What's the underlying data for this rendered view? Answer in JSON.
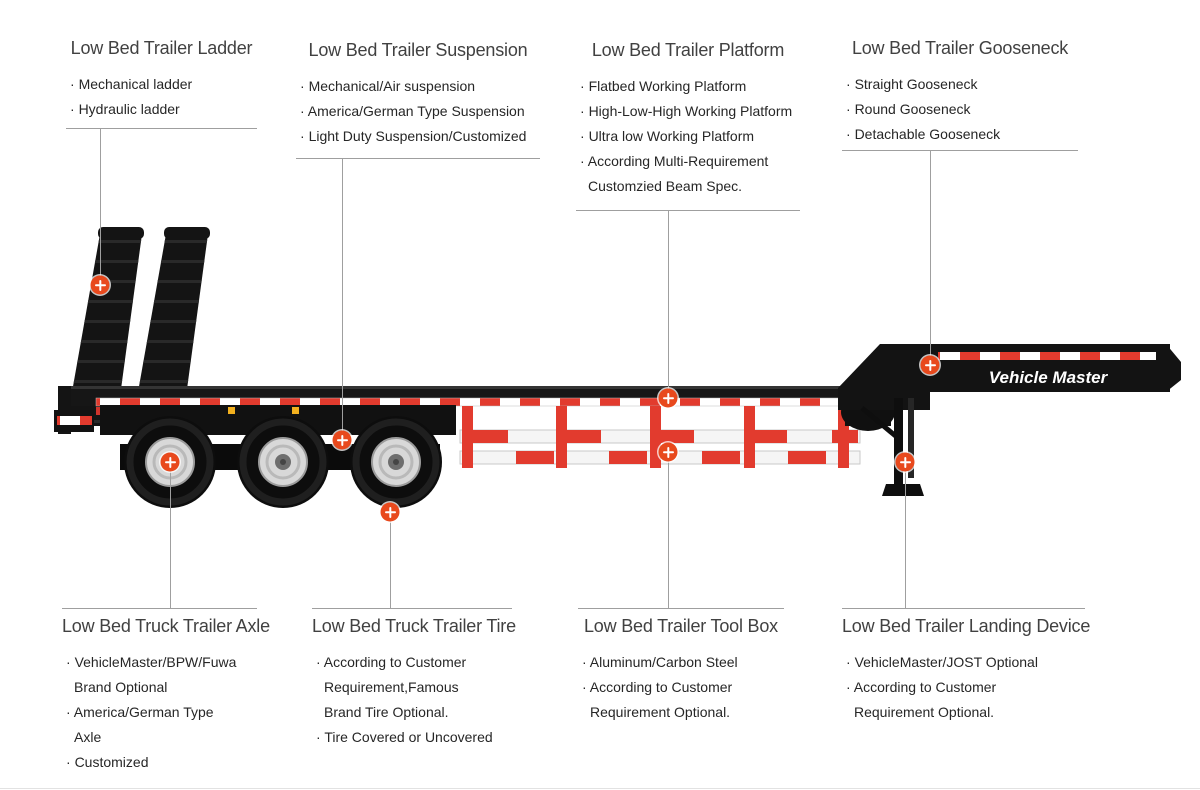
{
  "trailer": {
    "brand_label": "Vehicle Master"
  },
  "colors": {
    "marker_orange": "#E8491D",
    "guard_red": "#E23B2E",
    "leader_line": "#9F9F9F",
    "body_black": "#141414"
  },
  "callouts": {
    "top": [
      {
        "id": "ladder",
        "title": "Low Bed Trailer Ladder",
        "items": [
          "Mechanical ladder",
          "Hydraulic ladder"
        ]
      },
      {
        "id": "suspension",
        "title": "Low Bed Trailer Suspension",
        "items": [
          "Mechanical/Air suspension",
          "America/German Type Suspension",
          "Light Duty Suspension/Customized"
        ]
      },
      {
        "id": "platform",
        "title": "Low Bed Trailer Platform",
        "items": [
          "Flatbed Working Platform",
          "High-Low-High Working Platform",
          "Ultra low Working Platform",
          "According Multi-Requirement Customzied Beam Spec."
        ]
      },
      {
        "id": "gooseneck",
        "title": "Low Bed Trailer Gooseneck",
        "items": [
          "Straight Gooseneck",
          "Round Gooseneck",
          "Detachable Gooseneck"
        ]
      }
    ],
    "bottom": [
      {
        "id": "axle",
        "title": "Low Bed Truck Trailer Axle",
        "items": [
          "VehicleMaster/BPW/Fuwa Brand Optional",
          "America/German Type Axle",
          "Customized"
        ]
      },
      {
        "id": "tire",
        "title": "Low Bed Truck Trailer Tire",
        "items": [
          "According to Customer Requirement,Famous Brand Tire Optional.",
          "Tire Covered or Uncovered"
        ]
      },
      {
        "id": "toolbox",
        "title": "Low Bed Trailer Tool Box",
        "items": [
          "Aluminum/Carbon Steel",
          "According to Customer Requirement Optional."
        ]
      },
      {
        "id": "landing",
        "title": "Low Bed Trailer Landing Device",
        "items": [
          "VehicleMaster/JOST Optional",
          "According to Customer Requirement Optional."
        ]
      }
    ]
  }
}
